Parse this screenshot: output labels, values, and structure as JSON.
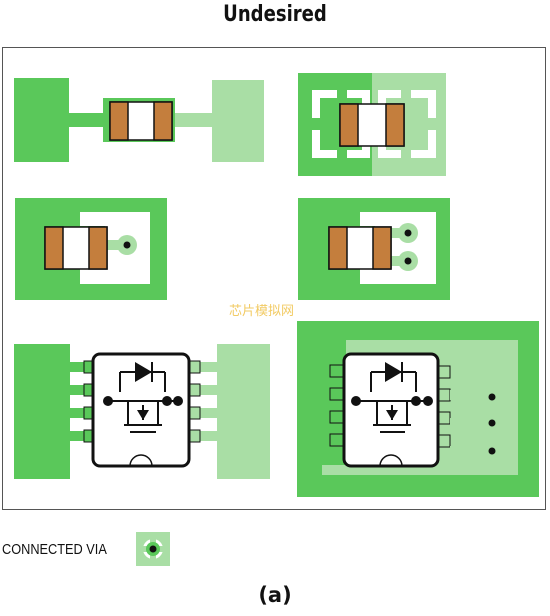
{
  "title": "Undesired",
  "legend": {
    "label": "CONNECTED VIA"
  },
  "caption": "(a)",
  "watermark": "芯片模拟网",
  "colors": {
    "copper_dark": "#5ac85a",
    "copper_light": "#a9dea5",
    "resistor_body": "#c47e3d",
    "outline": "#111111",
    "via_center": "#111111"
  }
}
